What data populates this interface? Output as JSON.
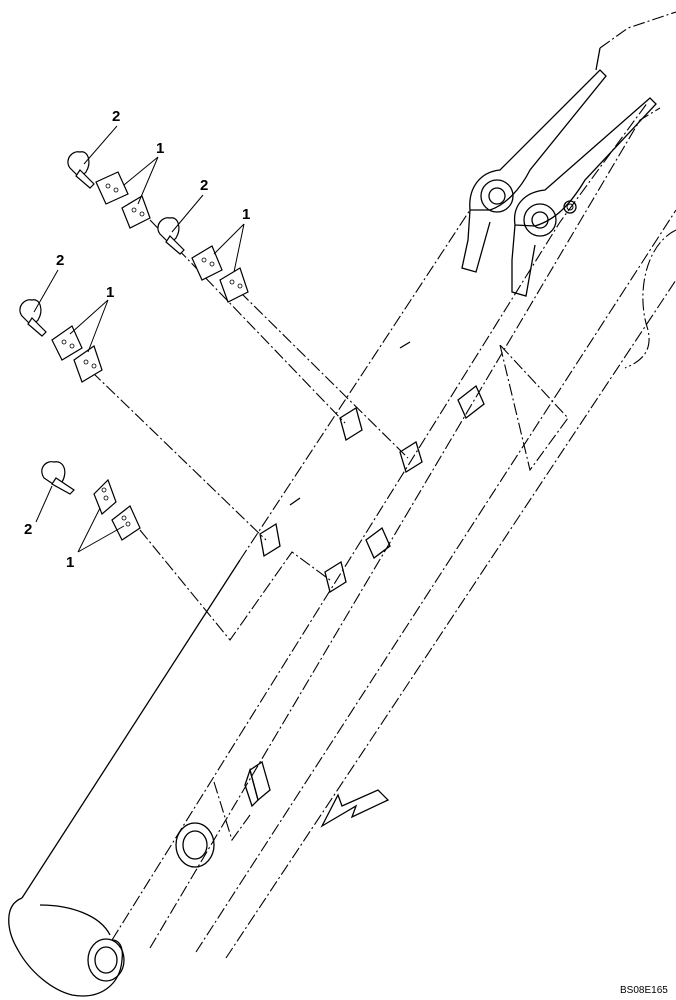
{
  "callouts": {
    "a_bolt": "2",
    "a_plate": "1",
    "b_bolt": "2",
    "b_plate": "1",
    "c_bolt": "2",
    "c_plate": "1",
    "d_bolt": "2",
    "d_plate": "1"
  },
  "figure_code": "BS08E165",
  "icons": {
    "direction": "direction-arrow-icon"
  }
}
